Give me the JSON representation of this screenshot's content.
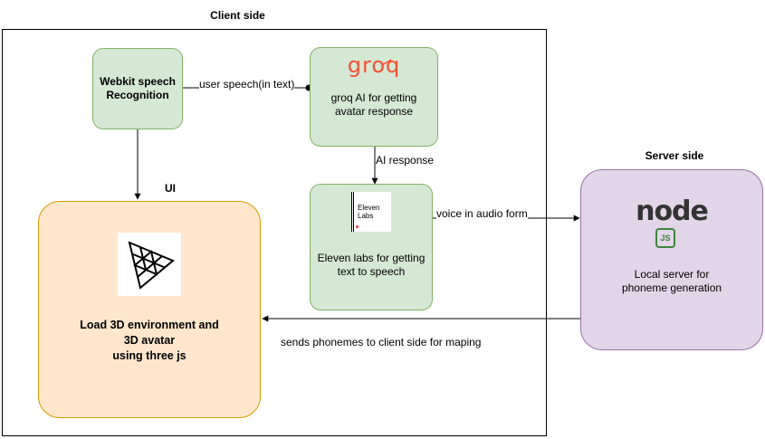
{
  "client_group": {
    "title": "Client side"
  },
  "server_group": {
    "title": "Server side"
  },
  "ui_label": "UI",
  "nodes": {
    "webkit": {
      "label": "Webkit speech Recognition"
    },
    "groq": {
      "logo_text": "groq",
      "label": "groq AI for getting avatar response"
    },
    "eleven": {
      "logo_text_1": "Eleven",
      "logo_text_2": "Labs",
      "label": "Eleven labs for getting text to speech"
    },
    "three": {
      "label_line1": "Load 3D environment and",
      "label_line2": "3D avatar",
      "label_line3": "using three js"
    },
    "node_server": {
      "logo_text": "node",
      "logo_sub": "JS",
      "label": "Local server for phoneme generation"
    }
  },
  "edges": {
    "speech_to_groq": "user speech(in text)",
    "groq_to_eleven": "AI response",
    "eleven_to_server": "voice in audio form",
    "server_to_client": "sends phonemes to client side for maping"
  },
  "colors": {
    "green_fill": "#d5e8d4",
    "green_stroke": "#82b366",
    "orange_fill": "#ffe6cc",
    "orange_stroke": "#d79b00",
    "purple_fill": "#e1d5e7",
    "purple_stroke": "#9673a6",
    "groq_brand": "#f55036",
    "node_brand": "#3c873a"
  }
}
